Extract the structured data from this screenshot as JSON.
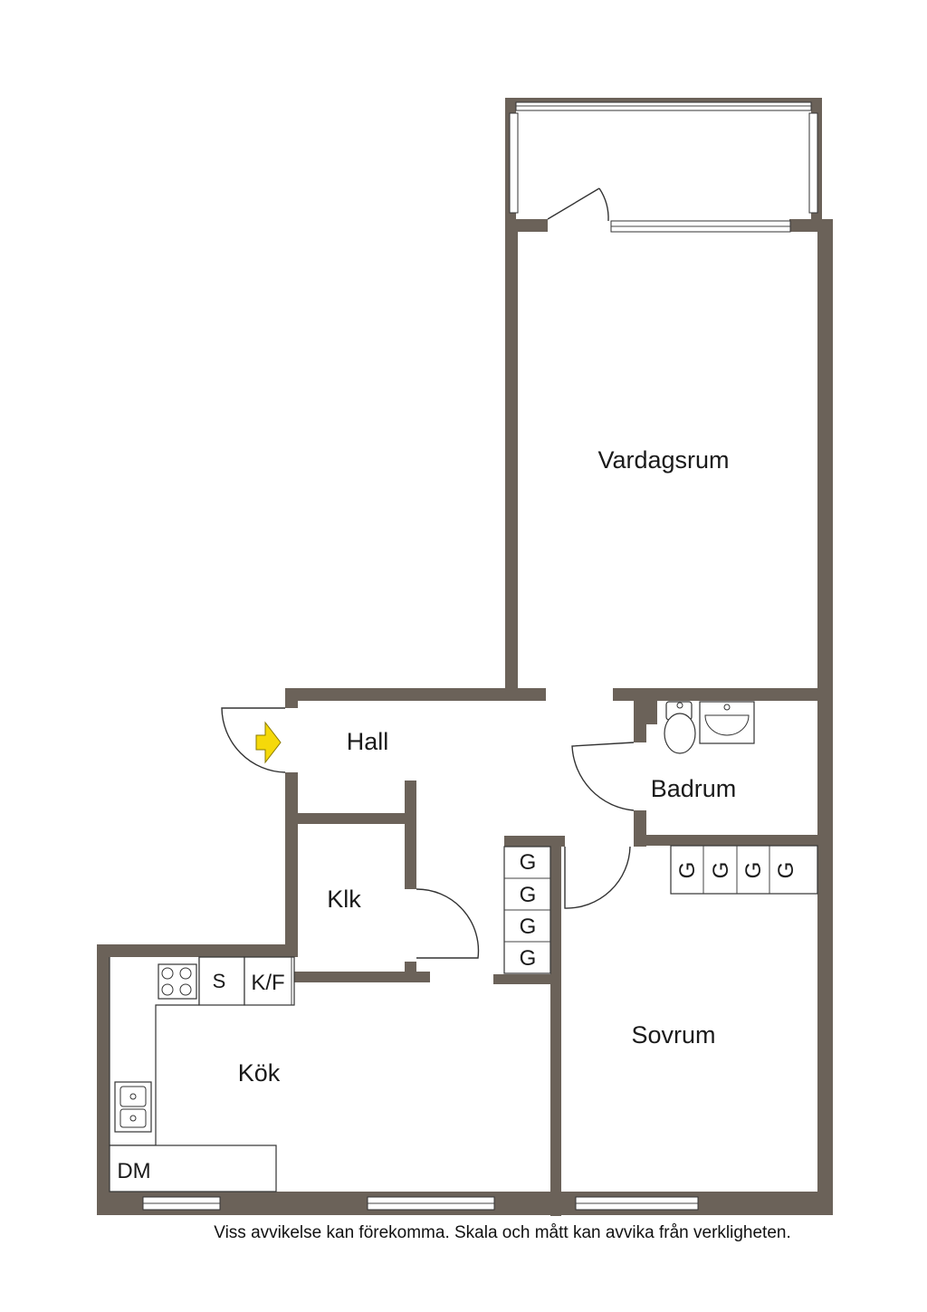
{
  "rooms": {
    "vardagsrum": "Vardagsrum",
    "hall": "Hall",
    "badrum": "Badrum",
    "klk": "Klk",
    "kok": "Kök",
    "sovrum": "Sovrum"
  },
  "fixtures": {
    "stove": "S",
    "fridge_freezer": "K/F",
    "dishwasher": "DM",
    "wardrobe": "G"
  },
  "disclaimer": "Viss avvikelse kan förekomma. Skala och mått kan avvika från verkligheten.",
  "colors": {
    "wall": "#6b6259",
    "entrance_arrow": "#f5d90a"
  },
  "icons": {
    "entrance": "entrance-arrow-icon"
  }
}
